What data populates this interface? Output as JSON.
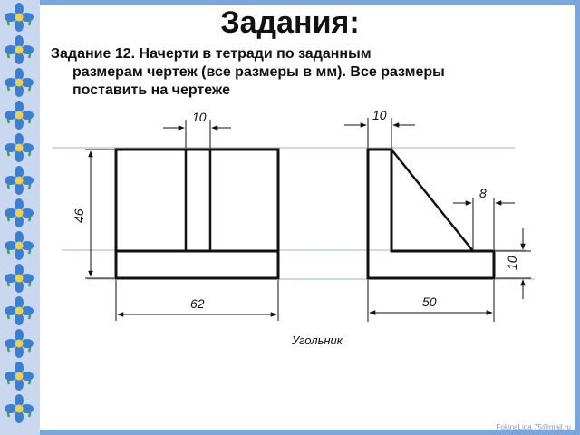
{
  "title": "Задания:",
  "task": {
    "line1": "Задание 12. Начерти в тетради по заданным",
    "line2": "размерам чертеж (все размеры в мм). Все размеры",
    "line3": "поставить на чертеже"
  },
  "drawing": {
    "front_view": {
      "dim_top": "10",
      "dim_height": "46",
      "dim_width": "62"
    },
    "side_view": {
      "dim_top": "10",
      "dim_small": "8",
      "dim_base_height": "10",
      "dim_width": "50"
    },
    "caption": "Угольник"
  },
  "watermark": "FokinaLida.75@mail.ru",
  "colors": {
    "background": "#7aa6d9",
    "border_strip": "#c9d8ef",
    "flower_petal": "#3b7fd4",
    "flower_center": "#f2d23a",
    "leaf": "#3aa64a",
    "guide_line": "#9bb3dd"
  },
  "icons": [
    "flower-icon"
  ]
}
